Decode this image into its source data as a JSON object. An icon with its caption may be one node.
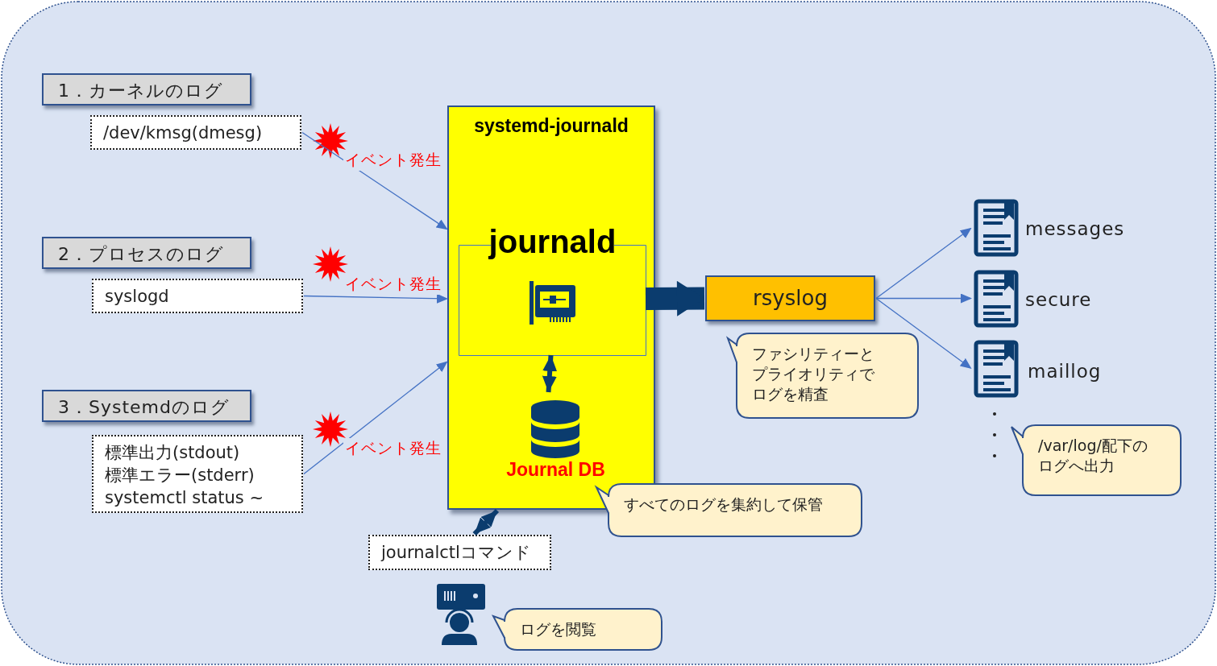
{
  "diagram": {
    "nodes": [
      {
        "text": [
          "1．カーネルのログ"
        ]
      },
      {
        "text": [
          "/dev/kmsg(dmesg)"
        ]
      },
      {
        "text": [
          "2．プロセスのログ"
        ]
      },
      {
        "text": [
          "syslogd"
        ]
      },
      {
        "text": [
          "3．Systemdのログ"
        ]
      },
      {
        "text": [
          "標準出力(stdout) 標準エラー(stderr) systemctl status ~"
        ]
      },
      {
        "text": [
          "systemd-journald"
        ]
      },
      {
        "text": [
          "journald"
        ],
        "in": 6
      },
      {
        "text": [
          "Journal DB"
        ],
        "in": 6
      },
      {
        "text": [
          "rsyslog"
        ]
      },
      {
        "text": [
          "ファシリティーとプライオリティでログを精査"
        ]
      },
      {
        "text": [
          "messages"
        ]
      },
      {
        "text": [
          "secure"
        ]
      },
      {
        "text": [
          "maillog"
        ]
      },
      {
        "text": [
          "/var/log/配下のログへ出力"
        ]
      },
      {
        "text": [
          "すべてのログを集約して保管"
        ]
      },
      {
        "text": [
          "journalctlコマンド"
        ]
      },
      {
        "text": [],
        "shape": "person"
      },
      {
        "text": [
          "ログを閲覧"
        ]
      }
    ],
    "edges": [
      {
        "from": 1,
        "to": 6,
        "arrow": "to",
        "label": "イベント発生"
      },
      {
        "from": 3,
        "to": 6,
        "arrow": "to",
        "label": "イベント発生"
      },
      {
        "from": 5,
        "to": 6,
        "arrow": "to",
        "label": "イベント発生"
      },
      {
        "from": 7,
        "to": 9,
        "arrow": "to",
        "style": "thick",
        "color": "#0b3c6e"
      },
      {
        "from": 9,
        "to": 11,
        "arrow": "to"
      },
      {
        "from": 9,
        "to": 12,
        "arrow": "to"
      },
      {
        "from": 9,
        "to": 13,
        "arrow": "to"
      },
      {
        "from": 7,
        "to": 8,
        "arrow": "both",
        "style": "thick",
        "color": "#0b3c6e"
      },
      {
        "from": 6,
        "to": 16,
        "arrow": "both",
        "style": "thick",
        "color": "#0b3c6e"
      }
    ]
  }
}
